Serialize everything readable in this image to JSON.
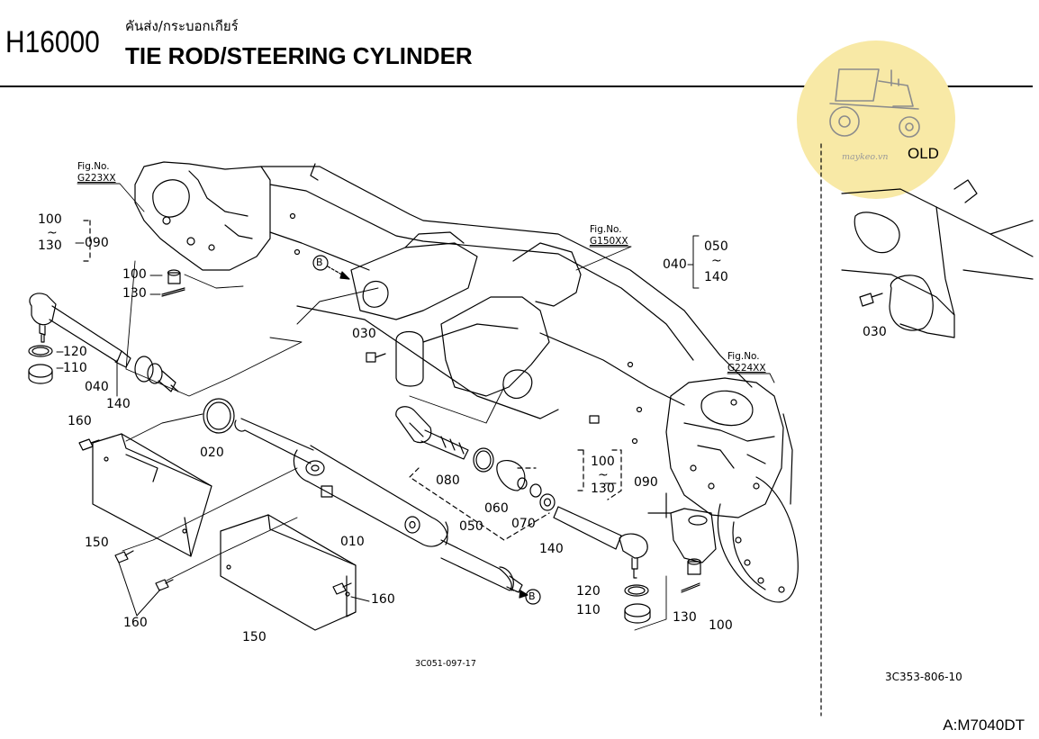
{
  "header": {
    "code": "H16000",
    "subtitle_thai": "คันส่ง/กระบอกเกียร์",
    "title": "TIE ROD/STEERING CYLINDER"
  },
  "watermark": {
    "site": "maykeo.vn",
    "badge": "OLD",
    "icon": "tractor-icon",
    "color": "#f8e9a6"
  },
  "fig_refs": {
    "fig_label": "Fig.No.",
    "items": [
      "G223XX",
      "G150XX",
      "G224XX"
    ]
  },
  "parts": {
    "p010": "010",
    "p020": "020",
    "p030": "030",
    "p040": "040",
    "p050": "050",
    "p060": "060",
    "p070": "070",
    "p080": "080",
    "p090": "090",
    "p100": "100",
    "p110": "110",
    "p120": "120",
    "p130": "130",
    "p140": "140",
    "p150": "150",
    "p160": "160",
    "range_sep": "~"
  },
  "callout_ref": "B",
  "doc_refs": {
    "left": "3C051-097-17",
    "right": "3C353-806-10"
  },
  "model": "A:M7040DT"
}
